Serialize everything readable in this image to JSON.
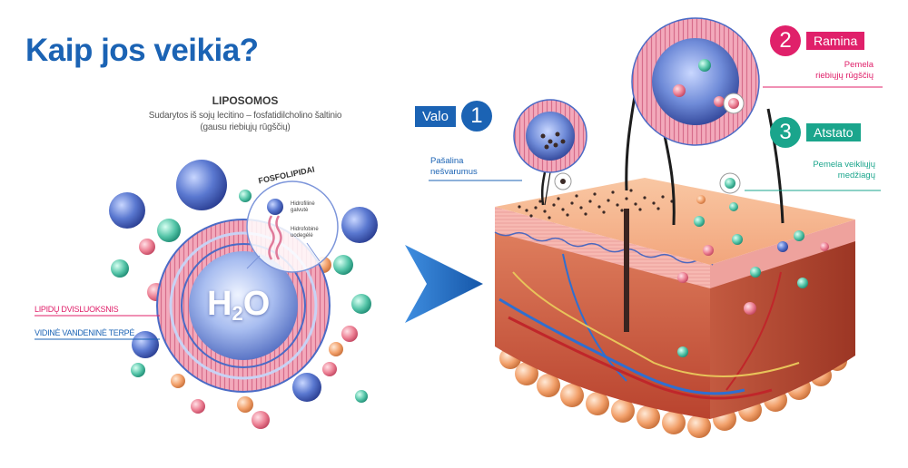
{
  "title": "Kaip jos veikia?",
  "liposome": {
    "heading": "LIPOSOMOS",
    "subtitle_line1": "Sudarytos iš sojų lecitino – fosfatidilcholino šaltinio",
    "subtitle_line2": "(gausu riebiųjų rūgščių)",
    "phospholipid_label": "FOSFOLIPIDAI",
    "head_label": "Hidrofilinė galvutė",
    "tail_label": "Hidrofobinė uodegėlė",
    "core_label": "H",
    "core_sub": "2",
    "core_tail": "O",
    "bilayer_label": "LIPIDŲ DVISLUOKSNIS",
    "inner_water_label": "VIDINĖ VANDENINĖ TERPĖ"
  },
  "steps": [
    {
      "number": "1",
      "label": "Valo",
      "desc_line1": "Pašalina",
      "desc_line2": "nešvarumus",
      "color": "#1b63b4"
    },
    {
      "number": "2",
      "label": "Ramina",
      "desc_line1": "Pemela",
      "desc_line2": "riebiųjų rūgščių",
      "color": "#e0206a"
    },
    {
      "number": "3",
      "label": "Atstato",
      "desc_line1": "Pemela veikliųjų",
      "desc_line2": "medžiagų",
      "color": "#1aa58c"
    }
  ],
  "colors": {
    "title": "#1b63b4",
    "bilayer": "#e07a9a",
    "sphere_blue": "#4a6fc4",
    "sphere_teal": "#4fc1a6",
    "sphere_pink": "#ec7c8e",
    "sphere_orange": "#f2a06a",
    "skin_top": "#f4b48a",
    "skin_dermis": "#d7664a",
    "arrow": "#1f6cc0"
  }
}
